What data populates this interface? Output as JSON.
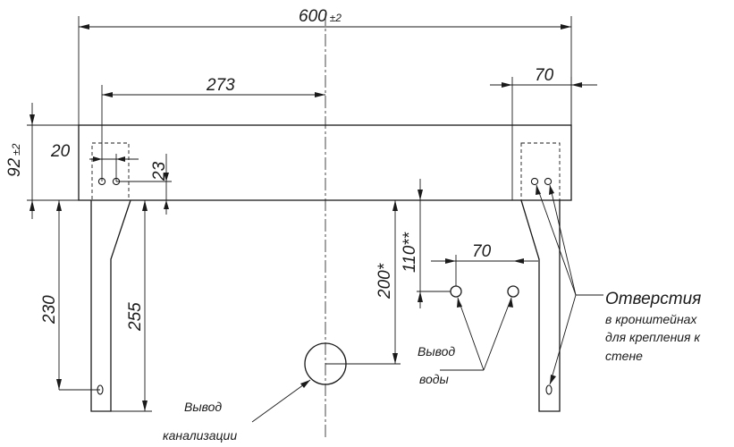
{
  "dimensions": {
    "overall_width": "600",
    "overall_width_tol": "±2",
    "to_center": "273",
    "bracket_offset": "70",
    "height": "92",
    "height_tol": "±2",
    "hole_offset_x": "20",
    "hole_offset_y": "23",
    "bracket_low_hole": "230",
    "bracket_length": "255",
    "drain_depth": "200*",
    "water_depth": "110**",
    "water_spacing": "70"
  },
  "labels": {
    "drain_line1": "Вывод",
    "drain_line2": "канализации",
    "water_line1": "Вывод",
    "water_line2": "воды",
    "holes_line1": "Отверстия",
    "holes_line2": "в кронштейнах",
    "holes_line3": "для крепления к",
    "holes_line4": "стене"
  }
}
